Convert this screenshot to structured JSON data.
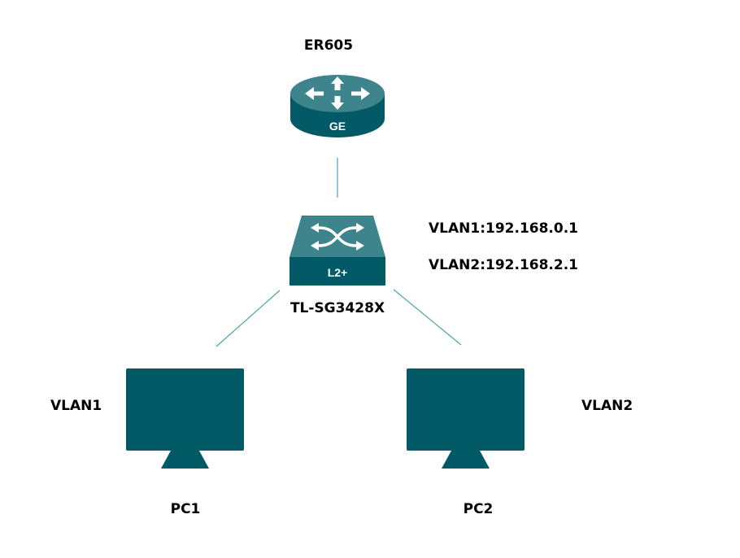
{
  "nodes": {
    "router": {
      "name": "ER605",
      "badge": "GE"
    },
    "switch": {
      "name": "TL-SG3428X",
      "badge": "L2+",
      "interfaces": [
        "VLAN1:192.168.0.1",
        "VLAN2:192.168.2.1"
      ]
    },
    "pc1": {
      "name": "PC1",
      "vlan": "VLAN1"
    },
    "pc2": {
      "name": "PC2",
      "vlan": "VLAN2"
    }
  },
  "colors": {
    "device_top": "#3d848d",
    "device_body": "#035a67",
    "link": "#4ea4b0",
    "arrow": "#ffffff",
    "label": "#000000"
  },
  "icons": {
    "router": "router-icon",
    "switch": "l2-switch-icon",
    "pc": "monitor-icon"
  }
}
